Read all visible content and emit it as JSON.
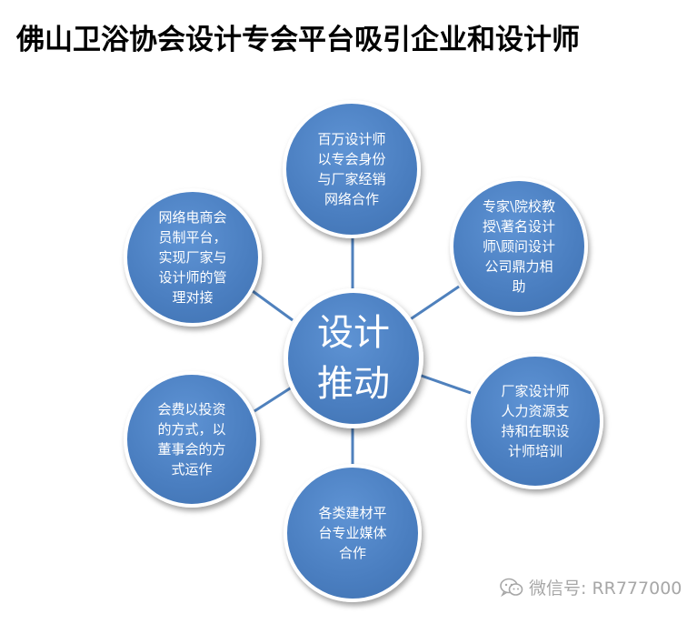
{
  "title": "佛山卫浴协会设计专会平台吸引企业和设计师",
  "center": {
    "text": "设计\n推动"
  },
  "nodes": [
    {
      "text": "百万设计师\n以专会身份\n与厂家经销\n网络合作"
    },
    {
      "text": "专家\\院校教\n授\\著名设计\n师\\顾问设计\n公司鼎力相\n助"
    },
    {
      "text": "厂家设计师\n人力资源支\n持和在职设\n计师培训"
    },
    {
      "text": "各类建材平\n台专业媒体\n合作"
    },
    {
      "text": "会费以投资\n的方式，以\n董事会的方\n式运作"
    },
    {
      "text": "网络电商会\n员制平台，\n实现厂家与\n设计师的管\n理对接"
    }
  ],
  "watermark": {
    "label": "微信号: RR777000"
  },
  "colors": {
    "circle_fill": "#4a7ec0",
    "connector": "#4f81bd",
    "watermark": "#a7a7a7"
  }
}
